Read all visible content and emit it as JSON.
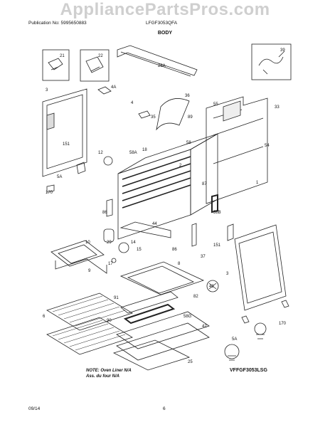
{
  "watermark": "AppliancePartsPros.com",
  "header": {
    "publication": "Publication No: 5995650883",
    "model": "LFGF3053QFA",
    "section": "BODY"
  },
  "parts": [
    "21",
    "22",
    "26A",
    "39",
    "3",
    "4A",
    "36",
    "4",
    "89",
    "35",
    "55",
    "33",
    "18",
    "58",
    "12",
    "58A",
    "2",
    "151",
    "5A",
    "170",
    "87",
    "54",
    "1",
    "86",
    "58B",
    "44",
    "29",
    "10",
    "14",
    "15",
    "17",
    "9",
    "86",
    "37",
    "151",
    "8",
    "3",
    "43",
    "91",
    "82",
    "6",
    "90",
    "58G",
    "42",
    "170",
    "5A",
    "25"
  ],
  "note": {
    "line1": "NOTE: Oven Liner N/A",
    "line2": "Ass. du four N/A"
  },
  "diagram_code": "VFFGF3053LSG",
  "footer": {
    "date": "09/14",
    "page": "6"
  }
}
